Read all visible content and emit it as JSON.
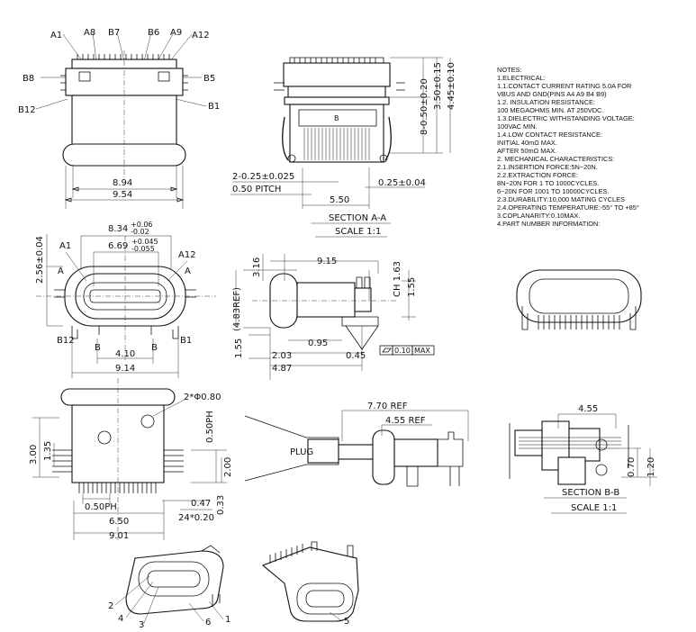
{
  "top_left_view": {
    "pin_labels_top": [
      "A1",
      "A8",
      "B7",
      "B6",
      "A9",
      "A12"
    ],
    "pin_labels_side_left": [
      "B8",
      "B12"
    ],
    "pin_labels_side_right": [
      "B5",
      "B1"
    ],
    "dims": [
      "8.94",
      "9.54"
    ]
  },
  "section_aa": {
    "dims": [
      "8-0.50±0.20",
      "3.50±0.15",
      "4.45±0.10",
      "2-0.25±0.025",
      "0.50 PITCH",
      "5.50",
      "0.25±0.04"
    ],
    "title": "SECTION  A-A",
    "scale": "SCALE  1:1",
    "marker": "B"
  },
  "notes": {
    "lines": [
      "NOTES:",
      "1.ELECTRICAL:",
      "   1.1.CONTACT CURRENT RATING 5.0A FOR",
      "       VBUS AND GND(PINS A4  A9  B4  B9)",
      "   1.2.  INSULATION RESISTANCE:",
      "          100 MEGAOHMS MIN. AT 250VDC.",
      "   1.3.DIELECTRIC WITHSTANDING VOLTAGE:",
      "          100VAC MIN.",
      "   1.4.LOW CONTACT RESISTANCE:",
      "          INITIAL 40mΩ MAX.",
      "          AFTER  50mΩ MAX.",
      "2.  MECHANICAL CHARACTERISTICS:",
      "   2.1.INSERTION FORCE:5N~20N.",
      "   2.2.EXTRACTION FORCE:",
      "          8N~20N FOR 1 TO 1000CYCLES.",
      "          6~20N FOR 1001 TO 10000CYCLES.",
      "       2.3.DURABILITY:10,000 MATING CYCLES",
      "          2.4.OPERATING TEMPERATURE:-55° TO +85°",
      "3.COPLANARITY:0.10MAX.",
      "4.PART NUMBER INFORMATION:"
    ]
  },
  "front_view": {
    "dims": [
      "2.56±0.04",
      "8.34",
      "+0.06",
      "-0.02",
      "6.69",
      "+0.045",
      "-0.055",
      "4.10",
      "9.14"
    ],
    "labels": [
      "A1",
      "A12",
      "A",
      "A",
      "B12",
      "B",
      "B",
      "B1"
    ]
  },
  "side_view": {
    "dims": [
      "3.16",
      "9.15",
      "CH 1.63",
      "1.55",
      "(4.83REF)",
      "0.95",
      "2.03",
      "0.45",
      "4.87",
      "1.55",
      "0.10",
      "MAX"
    ]
  },
  "bottom_left_view": {
    "dims": [
      "2*Φ0.80",
      "0.50PH",
      "3.00",
      "1.35",
      "2.00",
      "0.50PH",
      "0.47",
      "24*0.20",
      "0.33",
      "6.50",
      "9.01"
    ]
  },
  "plug_view": {
    "dims": [
      "7.70  REF",
      "4.55  REF"
    ],
    "label": "PLUG"
  },
  "section_bb": {
    "dims": [
      "4.55",
      "0.70",
      "1.20"
    ],
    "title": "SECTION  B-B",
    "scale": "SCALE  1:1"
  },
  "iso_views": {
    "callouts": [
      "1",
      "2",
      "3",
      "4",
      "5",
      "6"
    ]
  }
}
